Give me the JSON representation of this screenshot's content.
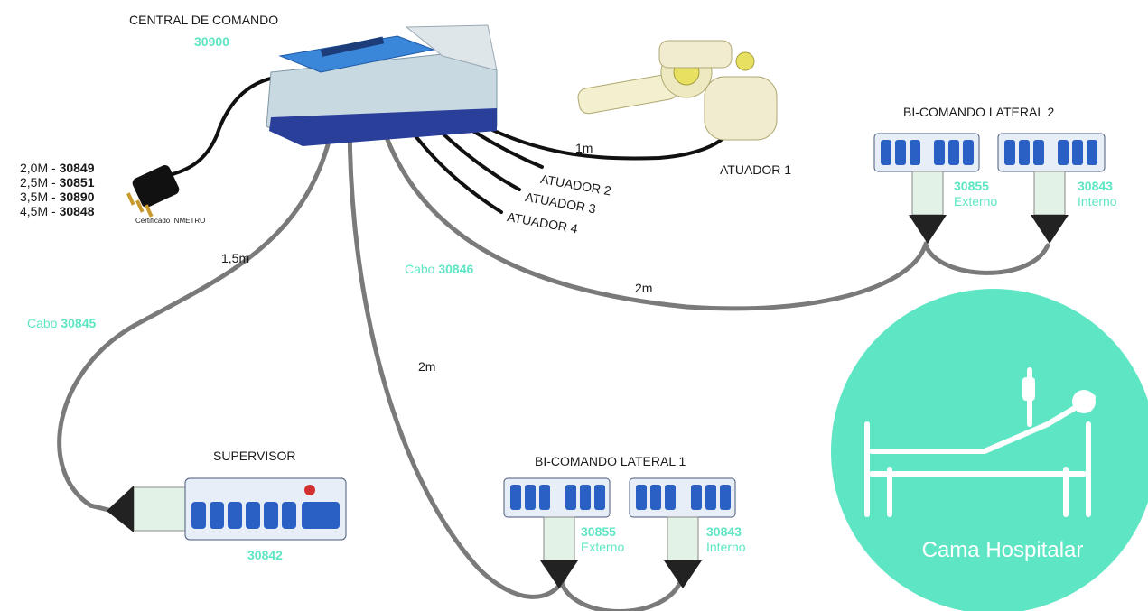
{
  "central": {
    "title": "CENTRAL DE COMANDO",
    "code": "30900"
  },
  "power_cable": {
    "options": [
      {
        "length": "2,0M",
        "sep": " - ",
        "code": "30849"
      },
      {
        "length": "2,5M",
        "sep": " - ",
        "code": "30851"
      },
      {
        "length": "3,5M",
        "sep": " - ",
        "code": "30890"
      },
      {
        "length": "4,5M",
        "sep": " - ",
        "code": "30848"
      }
    ],
    "certification": "Certificado INMETRO"
  },
  "actuators": {
    "a1": "ATUADOR 1",
    "a1_length": "1m",
    "a2": "ATUADOR 2",
    "a3": "ATUADOR 3",
    "a4": "ATUADOR 4"
  },
  "bicomando2": {
    "title": "BI-COMANDO LATERAL 2",
    "ext_code": "30855",
    "ext_label": "Externo",
    "int_code": "30843",
    "int_label": "Interno",
    "cable_length": "2m"
  },
  "bicomando1": {
    "title": "BI-COMANDO LATERAL 1",
    "ext_code": "30855",
    "ext_label": "Externo",
    "int_code": "30843",
    "int_label": "Interno",
    "cable_length": "2m"
  },
  "cables": {
    "c30846_prefix": "Cabo ",
    "c30846_code": "30846",
    "c30845_prefix": "Cabo ",
    "c30845_code": "30845",
    "supervisor_length": "1,5m"
  },
  "supervisor": {
    "title": "SUPERVISOR",
    "code": "30842"
  },
  "bed": {
    "label": "Cama Hospitalar"
  },
  "colors": {
    "accent": "#5ee6c4",
    "cable_gray": "#7a7a7a",
    "panel_blue": "#2a5fc4"
  }
}
